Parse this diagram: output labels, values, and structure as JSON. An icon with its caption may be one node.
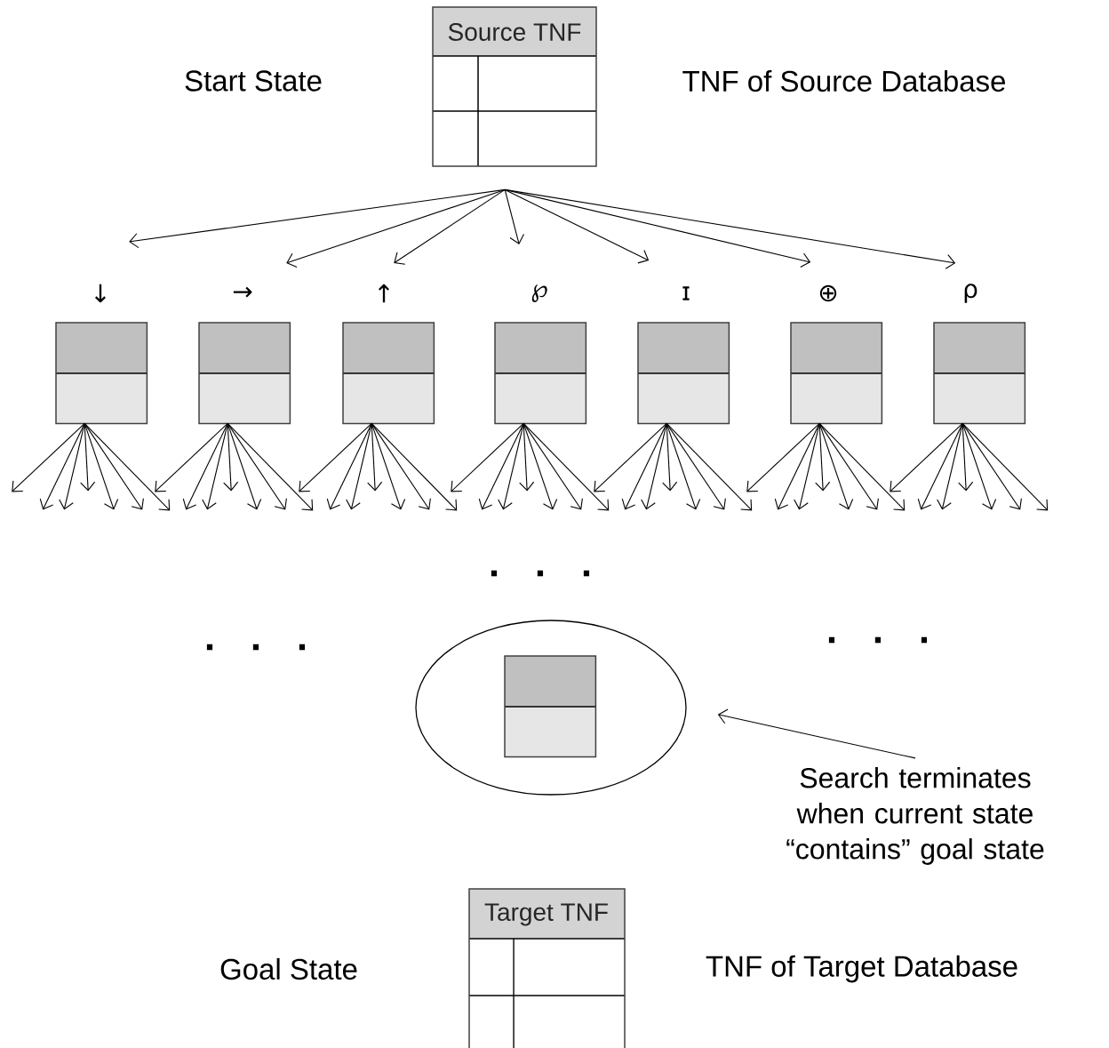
{
  "diagram": {
    "nodes": [
      {
        "text": [
          "Source TNF"
        ]
      },
      {
        "text": [],
        "shape": "box",
        "beside": [
          "↓"
        ]
      },
      {
        "text": [],
        "shape": "box",
        "beside": [
          "→"
        ]
      },
      {
        "text": [],
        "shape": "box",
        "beside": [
          "↑"
        ]
      },
      {
        "text": [],
        "shape": "box",
        "beside": [
          "℘"
        ]
      },
      {
        "text": [],
        "shape": "box",
        "beside": [
          "ɪ"
        ]
      },
      {
        "text": [],
        "shape": "box",
        "beside": [
          "⊕"
        ]
      },
      {
        "text": [],
        "shape": "box",
        "beside": [
          "ρ"
        ]
      },
      {
        "text": [],
        "shape": "ellipse"
      },
      {
        "text": [],
        "shape": "box",
        "in": 8
      },
      {
        "text": [
          "Search terminates when current state “contains” goal state"
        ]
      },
      {
        "text": [
          "Target TNF"
        ]
      }
    ],
    "edges": [
      {
        "from": 0,
        "to": 1,
        "arrow": "to"
      },
      {
        "from": 0,
        "to": 2,
        "arrow": "to"
      },
      {
        "from": 0,
        "to": 3,
        "arrow": "to"
      },
      {
        "from": 0,
        "to": 4,
        "arrow": "to"
      },
      {
        "from": 0,
        "to": 5,
        "arrow": "to"
      },
      {
        "from": 0,
        "to": 6,
        "arrow": "to"
      },
      {
        "from": 0,
        "to": 7,
        "arrow": "to"
      },
      {
        "from": 1,
        "to": null,
        "arrow": "to"
      },
      {
        "from": 1,
        "to": null,
        "arrow": "to"
      },
      {
        "from": 1,
        "to": null,
        "arrow": "to"
      },
      {
        "from": 1,
        "to": null,
        "arrow": "to"
      },
      {
        "from": 1,
        "to": null,
        "arrow": "to"
      },
      {
        "from": 1,
        "to": null,
        "arrow": "to"
      },
      {
        "from": 1,
        "to": null,
        "arrow": "to"
      },
      {
        "from": 2,
        "to": null,
        "arrow": "to"
      },
      {
        "from": 2,
        "to": null,
        "arrow": "to"
      },
      {
        "from": 2,
        "to": null,
        "arrow": "to"
      },
      {
        "from": 2,
        "to": null,
        "arrow": "to"
      },
      {
        "from": 2,
        "to": null,
        "arrow": "to"
      },
      {
        "from": 2,
        "to": null,
        "arrow": "to"
      },
      {
        "from": 2,
        "to": null,
        "arrow": "to"
      },
      {
        "from": 3,
        "to": null,
        "arrow": "to"
      },
      {
        "from": 3,
        "to": null,
        "arrow": "to"
      },
      {
        "from": 3,
        "to": null,
        "arrow": "to"
      },
      {
        "from": 3,
        "to": null,
        "arrow": "to"
      },
      {
        "from": 3,
        "to": null,
        "arrow": "to"
      },
      {
        "from": 3,
        "to": null,
        "arrow": "to"
      },
      {
        "from": 3,
        "to": null,
        "arrow": "to"
      },
      {
        "from": 4,
        "to": null,
        "arrow": "to"
      },
      {
        "from": 4,
        "to": null,
        "arrow": "to"
      },
      {
        "from": 4,
        "to": null,
        "arrow": "to"
      },
      {
        "from": 4,
        "to": null,
        "arrow": "to"
      },
      {
        "from": 4,
        "to": null,
        "arrow": "to"
      },
      {
        "from": 4,
        "to": null,
        "arrow": "to"
      },
      {
        "from": 4,
        "to": null,
        "arrow": "to"
      },
      {
        "from": 5,
        "to": null,
        "arrow": "to"
      },
      {
        "from": 5,
        "to": null,
        "arrow": "to"
      },
      {
        "from": 5,
        "to": null,
        "arrow": "to"
      },
      {
        "from": 5,
        "to": null,
        "arrow": "to"
      },
      {
        "from": 5,
        "to": null,
        "arrow": "to"
      },
      {
        "from": 5,
        "to": null,
        "arrow": "to"
      },
      {
        "from": 5,
        "to": null,
        "arrow": "to"
      },
      {
        "from": 6,
        "to": null,
        "arrow": "to"
      },
      {
        "from": 6,
        "to": null,
        "arrow": "to"
      },
      {
        "from": 6,
        "to": null,
        "arrow": "to"
      },
      {
        "from": 6,
        "to": null,
        "arrow": "to"
      },
      {
        "from": 6,
        "to": null,
        "arrow": "to"
      },
      {
        "from": 6,
        "to": null,
        "arrow": "to"
      },
      {
        "from": 6,
        "to": null,
        "arrow": "to"
      },
      {
        "from": 7,
        "to": null,
        "arrow": "to"
      },
      {
        "from": 7,
        "to": null,
        "arrow": "to"
      },
      {
        "from": 7,
        "to": null,
        "arrow": "to"
      },
      {
        "from": 7,
        "to": null,
        "arrow": "to"
      },
      {
        "from": 7,
        "to": null,
        "arrow": "to"
      },
      {
        "from": 7,
        "to": null,
        "arrow": "to"
      },
      {
        "from": 7,
        "to": null,
        "arrow": "to"
      },
      {
        "from": 10,
        "to": 8,
        "arrow": "to"
      }
    ],
    "labels": [
      "Start State",
      "TNF of Source Database",
      ". . .",
      ". . .",
      ". . .",
      "Goal State",
      "TNF of Target Database"
    ]
  }
}
